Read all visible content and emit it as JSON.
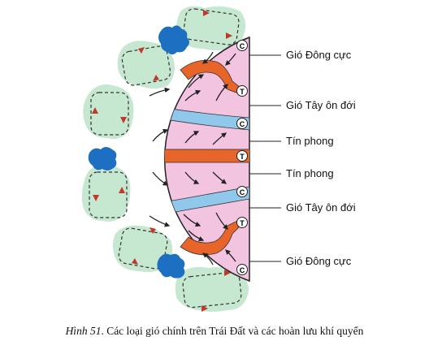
{
  "labels": {
    "polar_easterly_north": "Gió Đông cực",
    "westerly_north": "Gió Tây ôn đới",
    "trade_wind_north": "Tín phong",
    "trade_wind_south": "Tín phong",
    "westerly_south": "Gió Tây ôn đới",
    "polar_easterly_south": "Gió Đông cực"
  },
  "pressure_markers": {
    "low": "C",
    "high": "T"
  },
  "caption": {
    "figure_number": "Hình 51",
    "text": ". Các loại gió chính trên Trái Đất và các hoàn lưu khí quyển"
  },
  "colors": {
    "hemisphere_fill": "#f3c4e0",
    "high_pressure_belt": "#e8652a",
    "low_pressure_belt": "#8fc8ea",
    "circulation_cell": "#c6e7d0",
    "cloud": "#1d6fc2"
  }
}
